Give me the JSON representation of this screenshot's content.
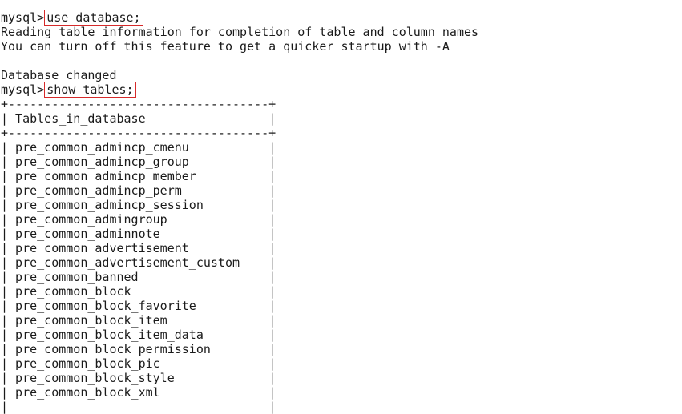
{
  "terminal": {
    "prompt": "mysql>",
    "lines": [
      {
        "type": "command",
        "prompt": "mysql>",
        "cmd": "use database;"
      },
      {
        "type": "text",
        "text": "Reading table information for completion of table and column names"
      },
      {
        "type": "text",
        "text": "You can turn off this feature to get a quicker startup with -A"
      },
      {
        "type": "text",
        "text": ""
      },
      {
        "type": "text",
        "text": "Database changed"
      },
      {
        "type": "command",
        "prompt": "mysql>",
        "cmd": "show tables;"
      },
      {
        "type": "text",
        "text": "+------------------------------------+"
      },
      {
        "type": "text",
        "text": "| Tables_in_database                 |"
      },
      {
        "type": "text",
        "text": "+------------------------------------+"
      },
      {
        "type": "text",
        "text": "| pre_common_admincp_cmenu           |"
      },
      {
        "type": "text",
        "text": "| pre_common_admincp_group           |"
      },
      {
        "type": "text",
        "text": "| pre_common_admincp_member          |"
      },
      {
        "type": "text",
        "text": "| pre_common_admincp_perm            |"
      },
      {
        "type": "text",
        "text": "| pre_common_admincp_session         |"
      },
      {
        "type": "text",
        "text": "| pre_common_admingroup              |"
      },
      {
        "type": "text",
        "text": "| pre_common_adminnote               |"
      },
      {
        "type": "text",
        "text": "| pre_common_advertisement           |"
      },
      {
        "type": "text",
        "text": "| pre_common_advertisement_custom    |"
      },
      {
        "type": "text",
        "text": "| pre_common_banned                  |"
      },
      {
        "type": "text",
        "text": "| pre_common_block                   |"
      },
      {
        "type": "text",
        "text": "| pre_common_block_favorite          |"
      },
      {
        "type": "text",
        "text": "| pre_common_block_item              |"
      },
      {
        "type": "text",
        "text": "| pre_common_block_item_data         |"
      },
      {
        "type": "text",
        "text": "| pre_common_block_permission        |"
      },
      {
        "type": "text",
        "text": "| pre_common_block_pic               |"
      },
      {
        "type": "text",
        "text": "| pre_common_block_style             |"
      },
      {
        "type": "text",
        "text": "| pre_common_block_xml               |"
      },
      {
        "type": "text",
        "text": "|                                    |"
      }
    ],
    "colors": {
      "text": "#1a1a1a",
      "highlight_box": "#d62a2a",
      "background": "#ffffff"
    }
  }
}
